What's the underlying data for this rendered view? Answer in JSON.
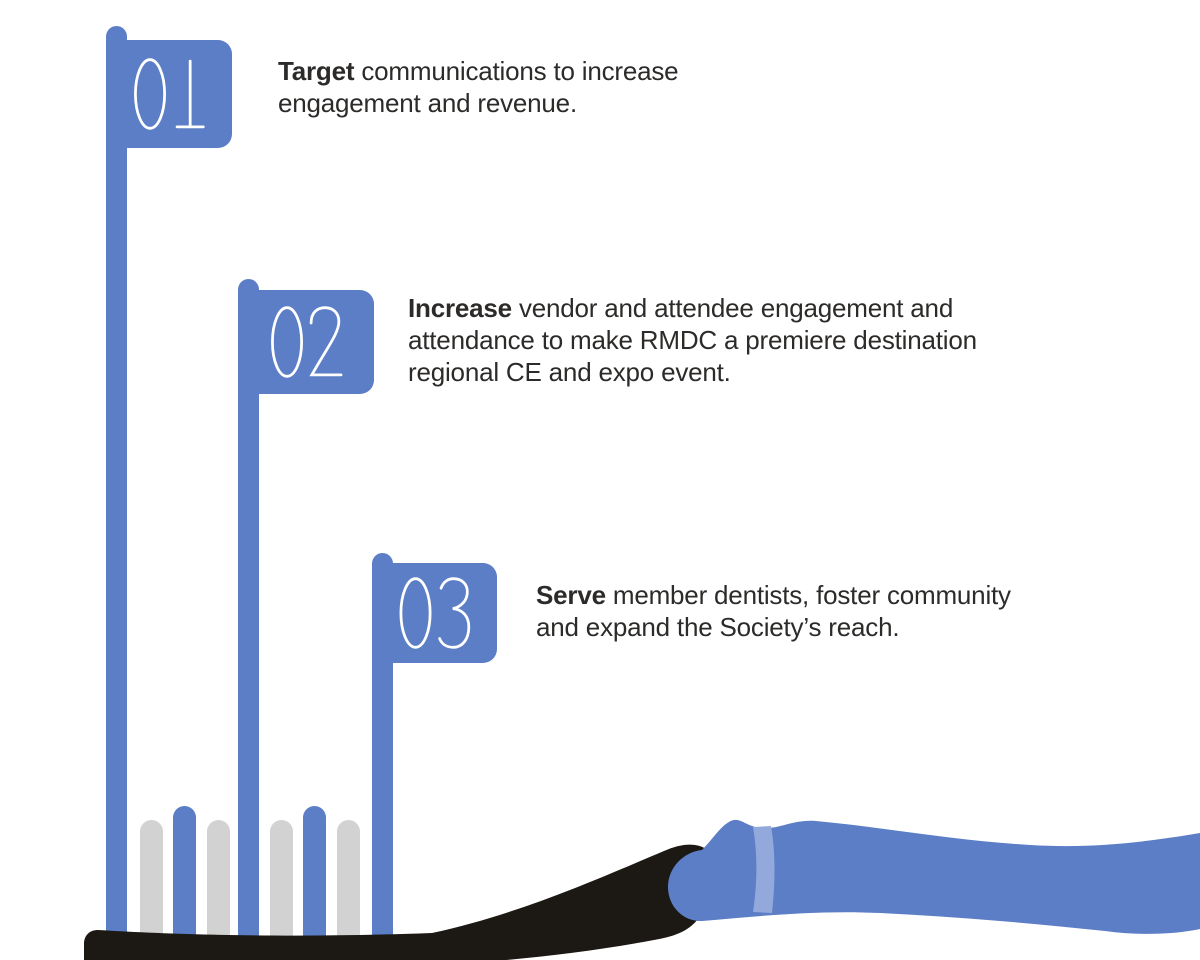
{
  "figure": {
    "name": "toothbrush-goals-infographic",
    "background": "#ffffff",
    "colors": {
      "blue": "#5b7ec6",
      "light_blue": "#94a9db",
      "gray": "#d2d2d2",
      "brush_black": "#1c1813",
      "text": "#2c2b29",
      "numeral": "#ffffff"
    },
    "goals": [
      {
        "number": "01",
        "lines": [
          {
            "bold": "Target",
            "text": " communications to increase"
          },
          {
            "bold": "",
            "text": "engagement and revenue."
          }
        ]
      },
      {
        "number": "02",
        "lines": [
          {
            "bold": "Increase",
            "text": " vendor and attendee engagement and"
          },
          {
            "bold": "",
            "text": "attendance to make RMDC a premiere destination"
          },
          {
            "bold": "",
            "text": "regional CE and expo event."
          }
        ]
      },
      {
        "number": "03",
        "lines": [
          {
            "bold": "Serve",
            "text": " member dentists, foster community"
          },
          {
            "bold": "",
            "text": "and expand the Society’s reach."
          }
        ]
      }
    ]
  }
}
